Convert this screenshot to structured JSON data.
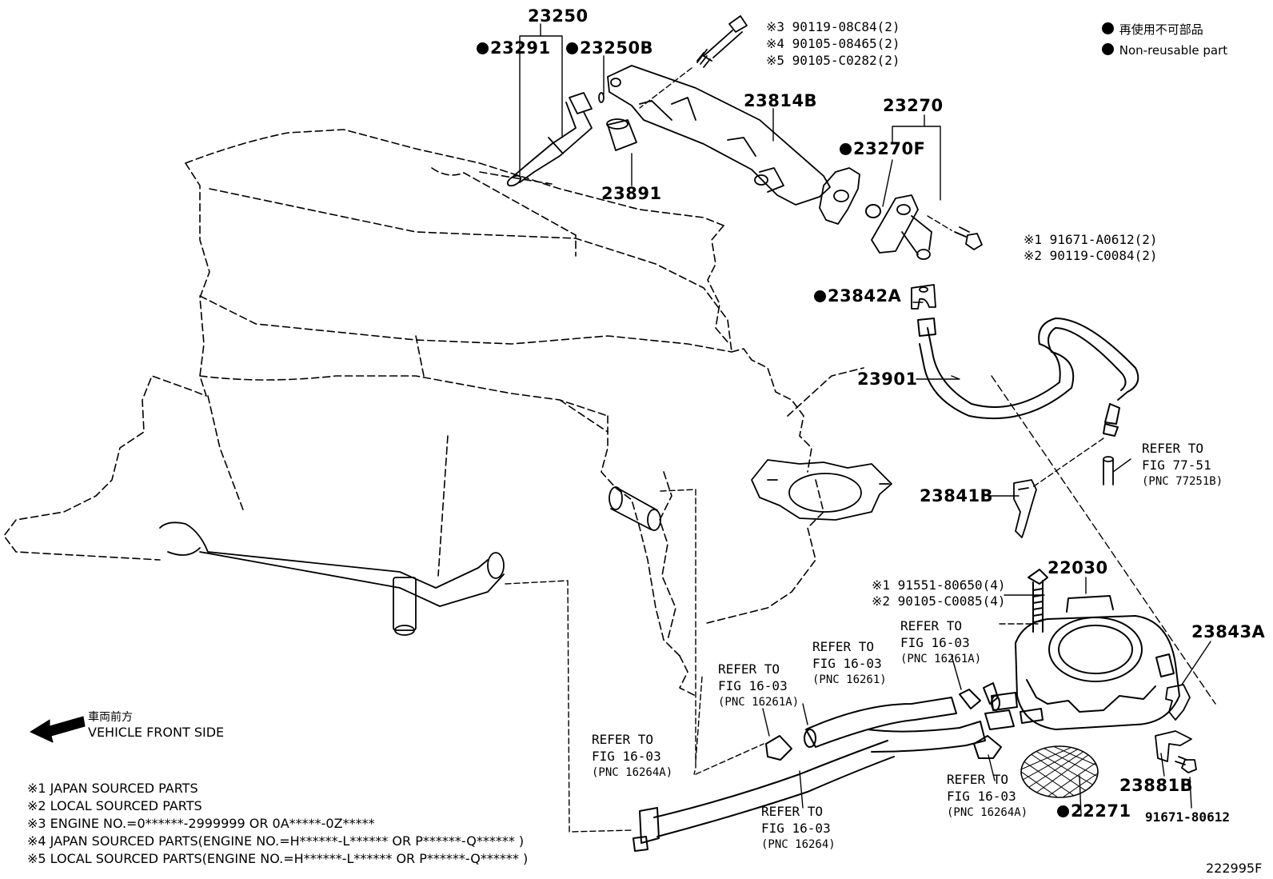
{
  "parts": {
    "p23250": "23250",
    "p23291": "23291",
    "p23250B": "23250B",
    "p23814B": "23814B",
    "p23891": "23891",
    "p23270": "23270",
    "p23270F": "23270F",
    "p23842A": "23842A",
    "p23901": "23901",
    "p23841B": "23841B",
    "p22030": "22030",
    "p23843A": "23843A",
    "p23881B": "23881B",
    "p22271": "22271",
    "p91671_80612": "91671-80612"
  },
  "fasteners": {
    "top_1": "※3 90119-08C84(2)",
    "top_2": "※4 90105-08465(2)",
    "top_3": "※5 90105-C0282(2)",
    "right_1": "※1 91671-A0612(2)",
    "right_2": "※2 90119-C0084(2)",
    "tb_1": "※1 91551-80650(4)",
    "tb_2": "※2 90105-C0085(4)"
  },
  "legend": {
    "jp": "再使用不可部品",
    "en": "Non-reusable part"
  },
  "refs": {
    "r77": {
      "l1": "REFER TO",
      "l2": "FIG 77-51",
      "l3": "(PNC 77251B)"
    },
    "r16261a_a": {
      "l1": "REFER TO",
      "l2": "FIG 16-03",
      "l3": "(PNC 16261A)"
    },
    "r16261": {
      "l1": "REFER TO",
      "l2": "FIG 16-03",
      "l3": "(PNC 16261)"
    },
    "r16261a_b": {
      "l1": "REFER TO",
      "l2": "FIG 16-03",
      "l3": "(PNC 16261A)"
    },
    "r16264a_a": {
      "l1": "REFER TO",
      "l2": "FIG 16-03",
      "l3": "(PNC 16264A)"
    },
    "r16264a_b": {
      "l1": "REFER TO",
      "l2": "FIG 16-03",
      "l3": "(PNC 16264A)"
    },
    "r16264": {
      "l1": "REFER TO",
      "l2": "FIG 16-03",
      "l3": "(PNC 16264)"
    }
  },
  "front": {
    "jp": "車両前方",
    "en": "VEHICLE FRONT SIDE"
  },
  "notes": [
    "※1 JAPAN SOURCED PARTS",
    "※2 LOCAL SOURCED PARTS",
    "※3 ENGINE NO.=0******-2999999 OR 0A*****-0Z*****",
    "※4 JAPAN SOURCED PARTS(ENGINE NO.=H******-L****** OR P******-Q****** )",
    "※5 LOCAL SOURCED PARTS(ENGINE NO.=H******-L****** OR P******-Q****** )"
  ],
  "figure_code": "222995F"
}
